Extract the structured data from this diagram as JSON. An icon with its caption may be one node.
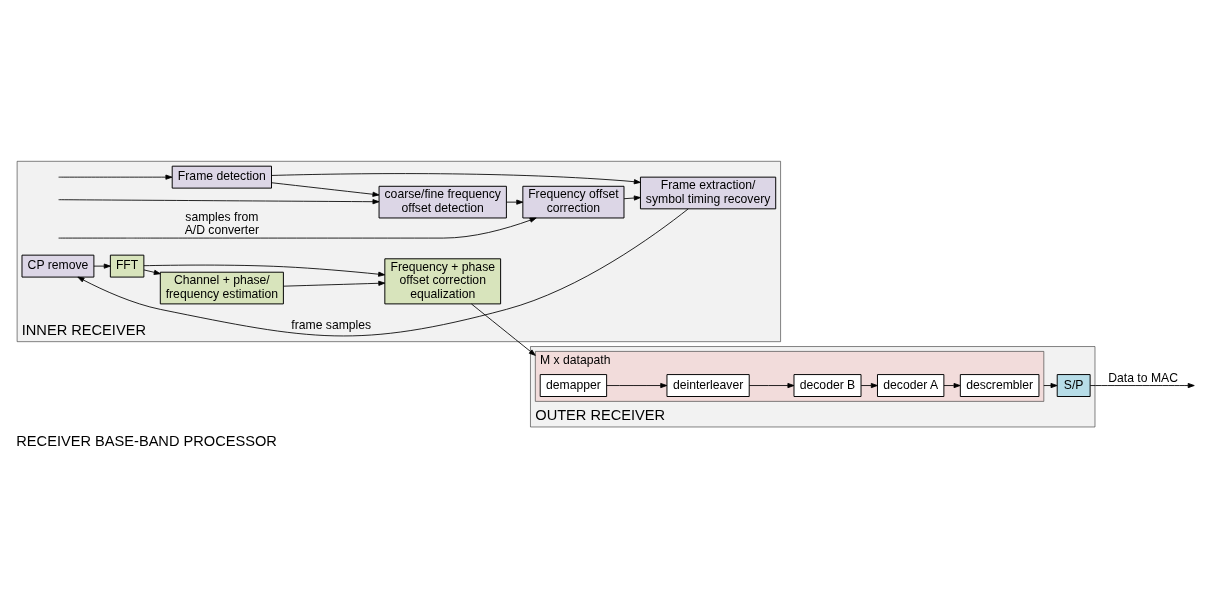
{
  "diagram": {
    "caption": "RECEIVER BASE-BAND PROCESSOR",
    "nodes": [
      {
        "text": [
          "INNER RECEIVER"
        ]
      },
      {
        "text": [
          "Frame detection"
        ],
        "in": 0
      },
      {
        "text": [
          "coarse/fine frequency offset detection"
        ],
        "in": 0
      },
      {
        "text": [
          "Frequency offset correction"
        ],
        "in": 0
      },
      {
        "text": [
          "Frame extraction/ symbol timing recovery"
        ],
        "in": 0
      },
      {
        "text": [
          "CP remove"
        ],
        "in": 0
      },
      {
        "text": [
          "FFT"
        ],
        "in": 0
      },
      {
        "text": [
          "Frequency + phase offset correction",
          "equalization"
        ],
        "in": 0
      },
      {
        "text": [
          "Channel + phase/ frequency estimation"
        ],
        "in": 0
      },
      {
        "text": [
          "OUTER RECEIVER"
        ]
      },
      {
        "text": [
          "M x datapath"
        ],
        "in": 9
      },
      {
        "text": [
          "demapper"
        ],
        "in": 10
      },
      {
        "text": [
          "deinterleaver"
        ],
        "in": 10
      },
      {
        "text": [
          "decoder B"
        ],
        "in": 10
      },
      {
        "text": [
          "decoder A"
        ],
        "in": 10
      },
      {
        "text": [
          "descrembler"
        ],
        "in": 10
      },
      {
        "text": [
          "S/P"
        ],
        "in": 9
      }
    ],
    "edges": [
      {
        "from": null,
        "to": 3,
        "arrow": "to",
        "label": "samples from A/D converter"
      },
      {
        "from": null,
        "to": 1,
        "arrow": "to"
      },
      {
        "from": null,
        "to": 2,
        "arrow": "to"
      },
      {
        "from": 1,
        "to": 2,
        "arrow": "to"
      },
      {
        "from": 1,
        "to": 4,
        "arrow": "to"
      },
      {
        "from": 2,
        "to": 3,
        "arrow": "to"
      },
      {
        "from": 3,
        "to": 4,
        "arrow": "to"
      },
      {
        "from": 4,
        "to": 5,
        "arrow": "to",
        "label": "frame samples"
      },
      {
        "from": 5,
        "to": 6,
        "arrow": "to"
      },
      {
        "from": 6,
        "to": 7,
        "arrow": "to"
      },
      {
        "from": 6,
        "to": 8,
        "arrow": "to"
      },
      {
        "from": 8,
        "to": 7,
        "arrow": "to"
      },
      {
        "from": 7,
        "to": 10,
        "arrow": "to"
      },
      {
        "from": 11,
        "to": 12,
        "arrow": "to"
      },
      {
        "from": 12,
        "to": 13,
        "arrow": "to"
      },
      {
        "from": 13,
        "to": 14,
        "arrow": "to"
      },
      {
        "from": 14,
        "to": 15,
        "arrow": "to"
      },
      {
        "from": 10,
        "to": 16,
        "arrow": "to"
      },
      {
        "from": 16,
        "to": null,
        "arrow": "to",
        "label": "Data to MAC"
      }
    ]
  }
}
